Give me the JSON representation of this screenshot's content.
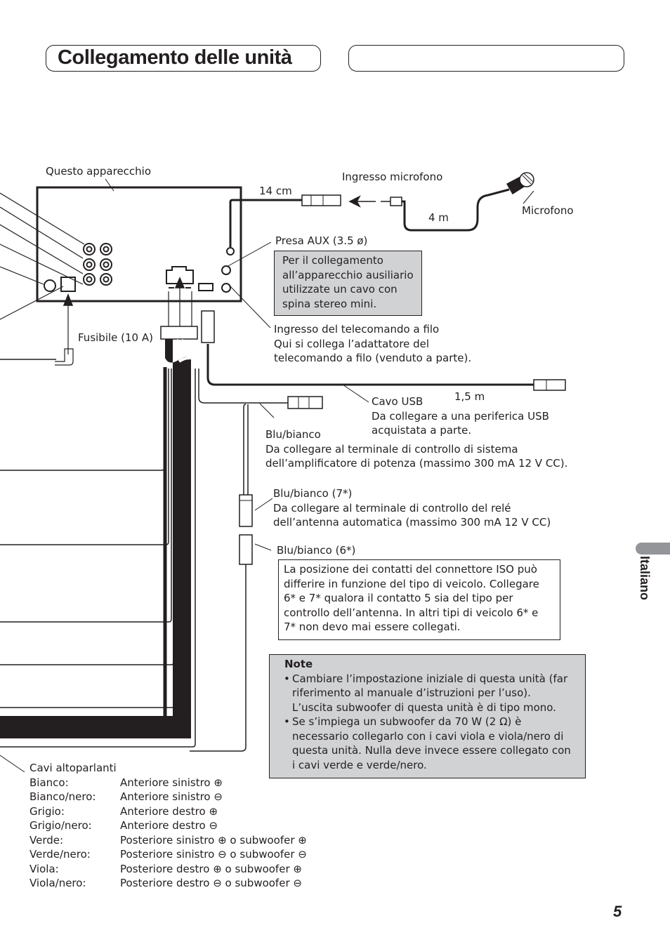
{
  "header": {
    "title": "Collegamento delle unità"
  },
  "labels": {
    "unit": "Questo apparecchio",
    "length_14cm": "14 cm",
    "mic_input": "Ingresso microfono",
    "length_4m": "4 m",
    "microphone": "Microfono",
    "aux_jack": "Presa AUX (3.5 ø)",
    "fuse": "Fusibile (10 A)",
    "usb_length": "1,5 m",
    "wired_remote_1": "Ingresso del telecomando a filo",
    "wired_remote_2": "Qui si collega l’adattatore del",
    "wired_remote_3": "telecomando a filo (venduto a parte).",
    "usb_cable_1": "Cavo USB",
    "usb_cable_2": "Da collegare a una periferica USB",
    "usb_cable_3": "acquistata a parte.",
    "bluwhite_1": "Blu/bianco",
    "bluwhite_2": "Da collegare al terminale di controllo di sistema",
    "bluwhite_3": "dell’amplificatore di potenza (massimo 300 mA 12 V CC).",
    "bluwhite7_1": "Blu/bianco (7*)",
    "bluwhite7_2": "Da collegare al terminale di controllo del relé",
    "bluwhite7_3": "dell’antenna automatica (massimo 300 mA 12 V CC)",
    "bluwhite6": "Blu/bianco (6*)"
  },
  "aux_box": {
    "line1": "Per il collegamento",
    "line2": "all’apparecchio ausiliario",
    "line3": "utilizzate un cavo con",
    "line4": "spina stereo mini."
  },
  "iso_box": {
    "line1": "La posizione dei contatti del connettore ISO può",
    "line2": "differire in funzione del tipo di veicolo. Collegare",
    "line3": "6* e 7* qualora il contatto 5 sia del tipo per",
    "line4": "controllo dell’antenna. In altri tipi di veicolo 6* e",
    "line5": "7* non devo mai essere collegati."
  },
  "note": {
    "title": "Note",
    "item1_l1": "Cambiare l’impostazione iniziale di questa unità (far",
    "item1_l2": "riferimento al manuale d’istruzioni per l’uso).",
    "item1_l3": "L’uscita subwoofer di questa unità è di tipo mono.",
    "item2_l1": "Se s’impiega un subwoofer da 70 W (2 Ω) è",
    "item2_l2": "necessario collegarlo con i cavi viola e viola/nero di",
    "item2_l3": "questa unità. Nulla deve invece essere collegato con",
    "item2_l4": "i cavi verde e verde/nero."
  },
  "speakers": {
    "title": "Cavi altoparlanti",
    "rows": [
      {
        "color": "Bianco:",
        "desc": "Anteriore sinistro ⊕"
      },
      {
        "color": "Bianco/nero:",
        "desc": "Anteriore sinistro ⊖"
      },
      {
        "color": "Grigio:",
        "desc": "Anteriore destro ⊕"
      },
      {
        "color": "Grigio/nero:",
        "desc": "Anteriore destro ⊖"
      },
      {
        "color": "Verde:",
        "desc": "Posteriore sinistro ⊕ o subwoofer ⊕"
      },
      {
        "color": "Verde/nero:",
        "desc": "Posteriore sinistro ⊖ o subwoofer ⊖"
      },
      {
        "color": "Viola:",
        "desc": "Posteriore destro ⊕ o subwoofer ⊕"
      },
      {
        "color": "Viola/nero:",
        "desc": "Posteriore destro ⊖ o subwoofer ⊖"
      }
    ]
  },
  "side_tab": "Italiano",
  "page_number": "5"
}
